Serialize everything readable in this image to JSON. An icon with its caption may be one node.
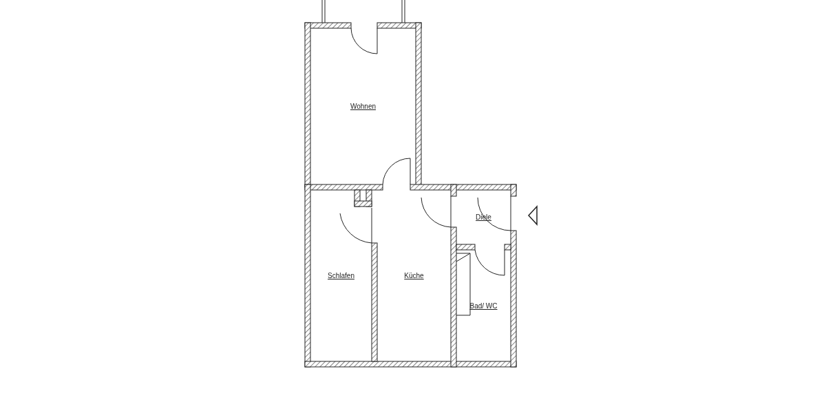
{
  "diagram": {
    "nodes": [
      {
        "text": [
          "Wohnen"
        ]
      },
      {
        "text": [
          "Schlafen"
        ]
      },
      {
        "text": [
          "Küche"
        ]
      },
      {
        "text": [
          "Diele"
        ]
      },
      {
        "text": [
          "Bad/ WC"
        ]
      }
    ]
  }
}
